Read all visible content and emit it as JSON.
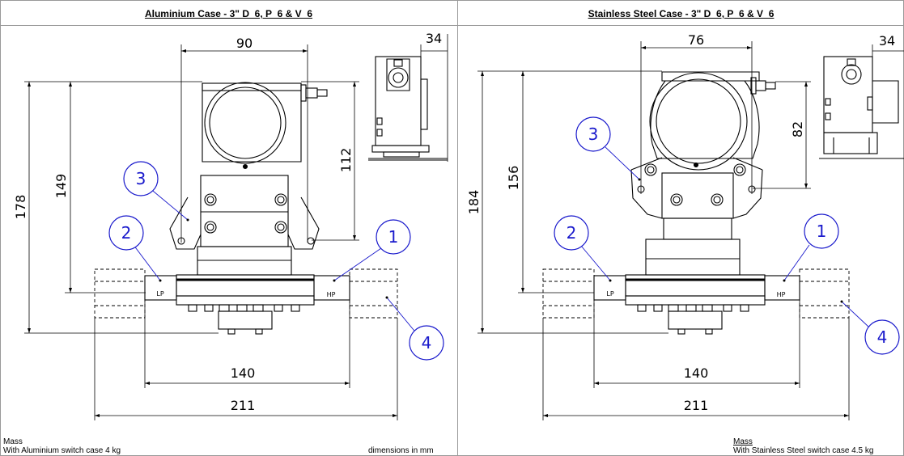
{
  "left_panel": {
    "title": "Aluminium Case - 3\" D_6, P_6 & V_6",
    "dims": {
      "width_top": "90",
      "side_width": "34",
      "height_total": "178",
      "height_mid": "149",
      "height_right": "112",
      "bottom_inner": "140",
      "bottom_outer": "211"
    },
    "callouts": [
      "1",
      "2",
      "3",
      "4"
    ],
    "port_low": "LP",
    "port_high": "HP",
    "mass_label": "Mass",
    "mass_text": "With Aluminium switch case 4 kg",
    "units_note": "dimensions in mm"
  },
  "right_panel": {
    "title": "Stainless Steel Case - 3\" D_6, P_6 & V_6",
    "dims": {
      "width_top": "76",
      "side_width": "34",
      "height_total": "184",
      "height_mid": "156",
      "height_right": "82",
      "bottom_inner": "140",
      "bottom_outer": "211"
    },
    "callouts": [
      "1",
      "2",
      "3",
      "4"
    ],
    "port_low": "LP",
    "port_high": "HP",
    "mass_label": "Mass",
    "mass_text": "With Stainless Steel switch case 4.5 kg"
  },
  "colors": {
    "line": "#000000",
    "callout": "#1a1acc",
    "frame": "#888888"
  }
}
